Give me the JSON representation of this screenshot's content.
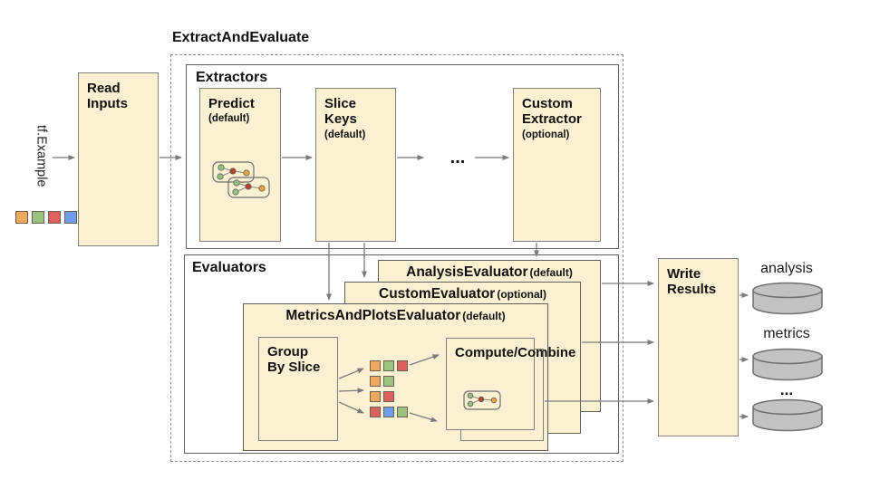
{
  "colors": {
    "box_fill": "#FBF0D1",
    "box_border": "#7F7F7F",
    "container_border": "#5F5F5F",
    "dash_border": "#8C8C8C",
    "arrow": "#7A7A7A",
    "cylinder_fill": "#C2C2C2",
    "cylinder_border": "#6E6E6E",
    "square_orange": "#F2A85C",
    "square_green": "#9BC37E",
    "square_red": "#DD6060",
    "square_blue": "#6D9EEB",
    "node_green": "#93C47D",
    "node_red": "#B8402C",
    "node_yellow": "#E8A33D"
  },
  "pipeline": {
    "title": "ExtractAndEvaluate",
    "input": {
      "label": "tf.Example",
      "squares": [
        "orange",
        "green",
        "red",
        "blue"
      ]
    },
    "read_inputs": {
      "title": "Read Inputs"
    },
    "extractors": {
      "label": "Extractors",
      "boxes": [
        {
          "title": "Predict",
          "qualifier": "(default)"
        },
        {
          "title": "Slice Keys",
          "qualifier": "(default)"
        },
        {
          "title": "Custom Extractor",
          "qualifier": "(optional)"
        }
      ],
      "ellipsis": "..."
    },
    "evaluators": {
      "label": "Evaluators",
      "stack": [
        {
          "name": "AnalysisEvaluator",
          "qualifier": "(default)"
        },
        {
          "name": "CustomEvaluator",
          "qualifier": "(optional)"
        },
        {
          "name": "MetricsAndPlotsEvaluator",
          "qualifier": "(default)"
        }
      ],
      "group_by_slice": "Group By Slice",
      "compute_combine": "Compute/Combine",
      "slice_grid": [
        [
          "orange",
          "green",
          "red"
        ],
        [
          "orange",
          "green"
        ],
        [
          "orange",
          "red"
        ],
        [
          "red",
          "blue",
          "green"
        ]
      ]
    },
    "write_results": {
      "title": "Write Results"
    },
    "outputs": {
      "labels": [
        "analysis",
        "metrics"
      ],
      "ellipsis": "..."
    }
  }
}
